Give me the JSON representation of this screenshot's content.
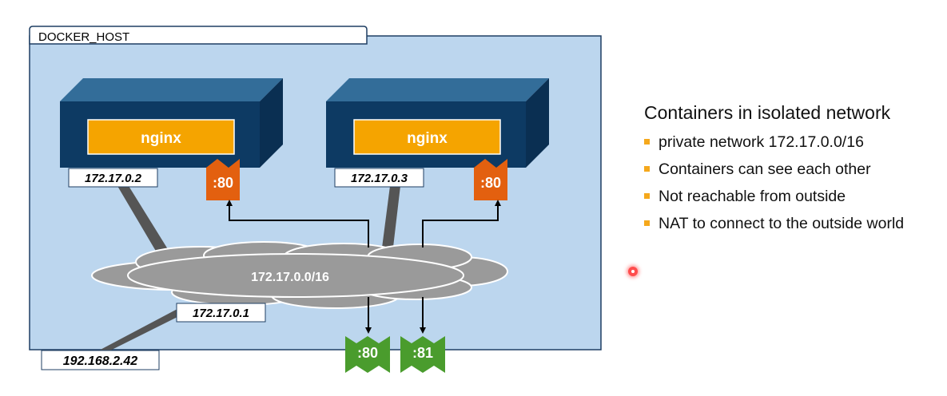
{
  "host": {
    "label": "DOCKER_HOST",
    "ip": "192.168.2.42"
  },
  "containers": [
    {
      "app": "nginx",
      "ip": "172.17.0.2",
      "port": ":80"
    },
    {
      "app": "nginx",
      "ip": "172.17.0.3",
      "port": ":80"
    }
  ],
  "network": {
    "cidr": "172.17.0.0/16",
    "gateway": "172.17.0.1"
  },
  "published_ports": [
    ":80",
    ":81"
  ],
  "notes": {
    "title": "Containers in isolated network",
    "items": [
      "private network 172.17.0.0/16",
      "Containers can see each other",
      "Not reachable from outside",
      "NAT to connect to the outside world"
    ]
  },
  "colors": {
    "host_fill": "#bcd6ee",
    "container_front": "#0d3a63",
    "container_top": "#336d99",
    "container_side": "#0a2f52",
    "app_fill": "#f5a400",
    "container_port": "#e3600f",
    "published_port": "#4a9c2d",
    "cloud": "#9a9a9a",
    "cable": "#555555",
    "bullet": "#f5a81c"
  }
}
